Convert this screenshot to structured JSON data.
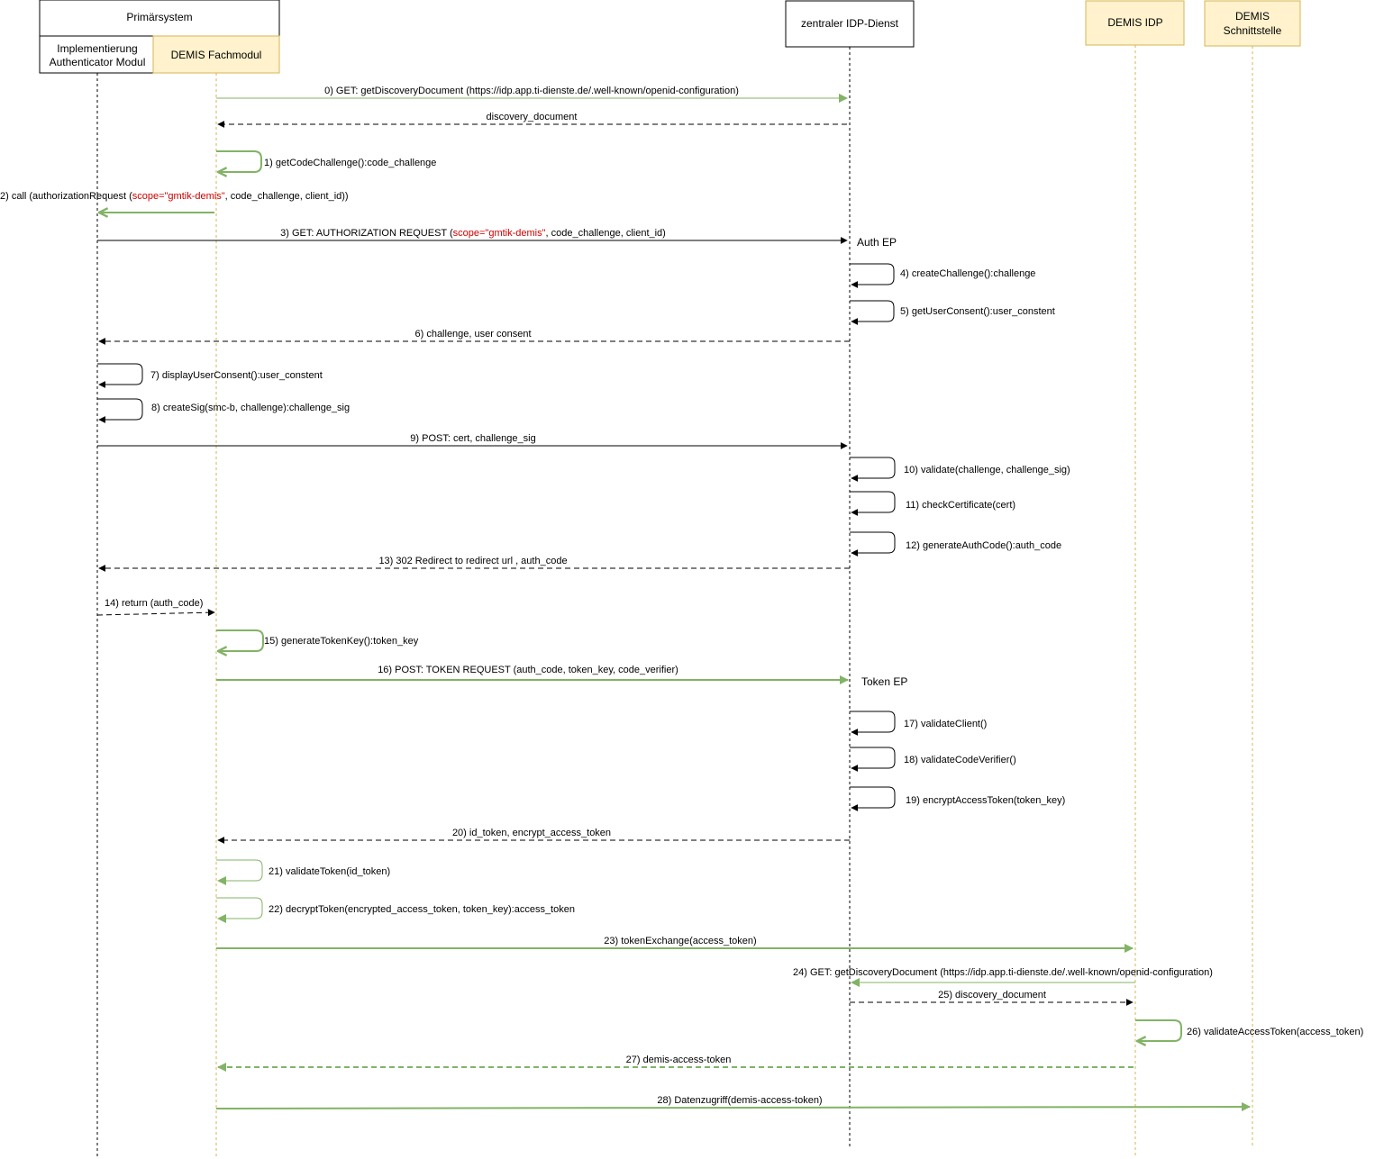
{
  "participants": {
    "primaersystem": "Primärsystem",
    "auth_modul_line1": "Implementierung",
    "auth_modul_line2": "Authenticator Modul",
    "fachmodul": "DEMIS Fachmodul",
    "idp_dienst": "zentraler IDP-Dienst",
    "demis_idp": "DEMIS IDP",
    "schnittstelle_line1": "DEMIS",
    "schnittstelle_line2": "Schnittstelle"
  },
  "endpoints": {
    "auth_ep": "Auth EP",
    "token_ep": "Token EP"
  },
  "messages": {
    "m0": "0)  GET: getDiscoveryDocument (https://idp.app.ti-dienste.de/.well-known/openid-configuration)",
    "m0_reply": "discovery_document",
    "m1": "1) getCodeChallenge():code_challenge",
    "m2_pre": "2) call (authorizationRequest (",
    "m2_hl": "scope=\"gmtik-demis\"",
    "m2_post": ", code_challenge, client_id))",
    "m3_pre": "3)  GET: AUTHORIZATION REQUEST (",
    "m3_hl": "scope=\"gmtik-demis\"",
    "m3_post": ", code_challenge, client_id)",
    "m4": "4) createChallenge():challenge",
    "m5": "5) getUserConsent():user_constent",
    "m6": "6) challenge, user consent",
    "m7": "7) displayUserConsent():user_constent",
    "m8": "8) createSig(smc-b, challenge):challenge_sig",
    "m9": "9) POST: cert, challenge_sig",
    "m10": "10) validate(challenge, challenge_sig)",
    "m11": "11) checkCertificate(cert)",
    "m12": "12) generateAuthCode():auth_code",
    "m13": "13) 302 Redirect to redirect url , auth_code",
    "m14": "14) return (auth_code)",
    "m15": "15) generateTokenKey():token_key",
    "m16": "16) POST: TOKEN REQUEST (auth_code, token_key, code_verifier)",
    "m17": "17) validateClient()",
    "m18": "18) validateCodeVerifier()",
    "m19": "19) encryptAccessToken(token_key)",
    "m20": "20) id_token, encrypt_access_token",
    "m21": "21) validateToken(id_token)",
    "m22": "22) decryptToken(encrypted_access_token, token_key):access_token",
    "m23": "23) tokenExchange(access_token)",
    "m24": "24)  GET: getDiscoveryDocument (https://idp.app.ti-dienste.de/.well-known/openid-configuration)",
    "m25": "25) discovery_document",
    "m26": "26) validateAccessToken(access_token)",
    "m27": "27) demis-access-token",
    "m28": "28) Datenzugriff(demis-access-token)"
  },
  "colors": {
    "green": "#82b366",
    "yellow_fill": "#fff2cc",
    "yellow_stroke": "#d6b656",
    "highlight_red": "#cc0000",
    "black": "#000000"
  }
}
